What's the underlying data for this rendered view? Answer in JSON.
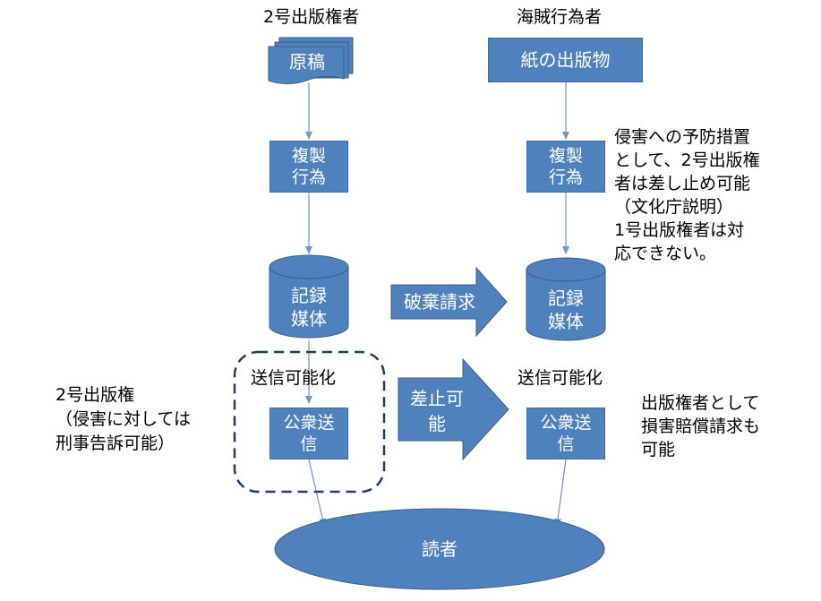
{
  "colors": {
    "fill": "#4f81bd",
    "stroke": "#385d8a",
    "line": "#6d95c8",
    "text_on_fill": "#ffffff"
  },
  "left_column": {
    "actor": "2号出版権者",
    "manuscript": "原稿",
    "copy_act": "複製\n行為",
    "medium": "記録\n媒体",
    "transmission_label": "送信可能化",
    "public_transmission": "公衆送\n信"
  },
  "right_column": {
    "actor": "海賊行為者",
    "paper_publication": "紙の出版物",
    "copy_act": "複製\n行為",
    "medium": "記録\n媒体",
    "transmission_label": "送信可能化",
    "public_transmission": "公衆送\n信"
  },
  "arrows": {
    "destruction": "破棄請求",
    "injunction": "差止可\n能"
  },
  "reader": "読者",
  "notes": {
    "left": "2号出版権\n（侵害に対しては\n刑事告訴可能）",
    "prevention": "侵害への予防措置\nとして、2号出版権\n者は差し止め可能\n（文化庁説明）\n1号出版権者は対\n応できない。",
    "damages": "出版権者として\n損害賠償請求も\n可能"
  }
}
